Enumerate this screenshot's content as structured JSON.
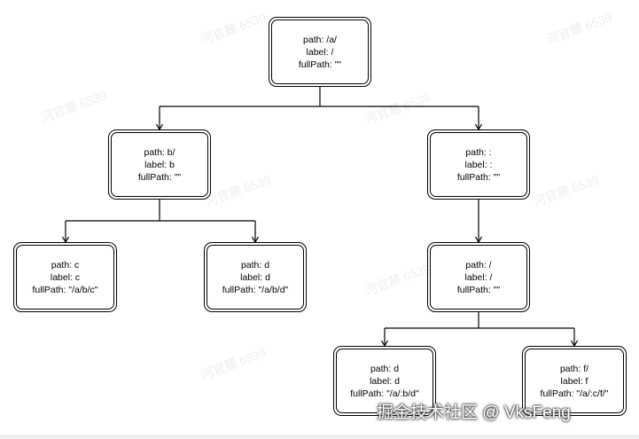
{
  "watermark": "河官麓 6539",
  "credit": "掘金技术社区 @ VksFeng",
  "nodes": {
    "root": {
      "path": "path: /a/",
      "label": "label: /",
      "fullPath": "fullPath: \"\""
    },
    "b": {
      "path": "path: b/",
      "label": "label: b",
      "fullPath": "fullPath: \"\""
    },
    "colon": {
      "path": "path: :",
      "label": "label: :",
      "fullPath": "fullPath: \"\""
    },
    "c": {
      "path": "path: c",
      "label": "label: c",
      "fullPath": "fullPath: \"/a/b/c\""
    },
    "d1": {
      "path": "path: d",
      "label": "label: d",
      "fullPath": "fullPath: \"/a/b/d\""
    },
    "slash": {
      "path": "path: /",
      "label": "label: /",
      "fullPath": "fullPath: \"\""
    },
    "d2": {
      "path": "path: d",
      "label": "label: d",
      "fullPath": "fullPath: \"/a/:b/d\""
    },
    "f": {
      "path": "path: f/",
      "label": "label: f",
      "fullPath": "fullPath: \"/a/:c/f/\""
    }
  }
}
